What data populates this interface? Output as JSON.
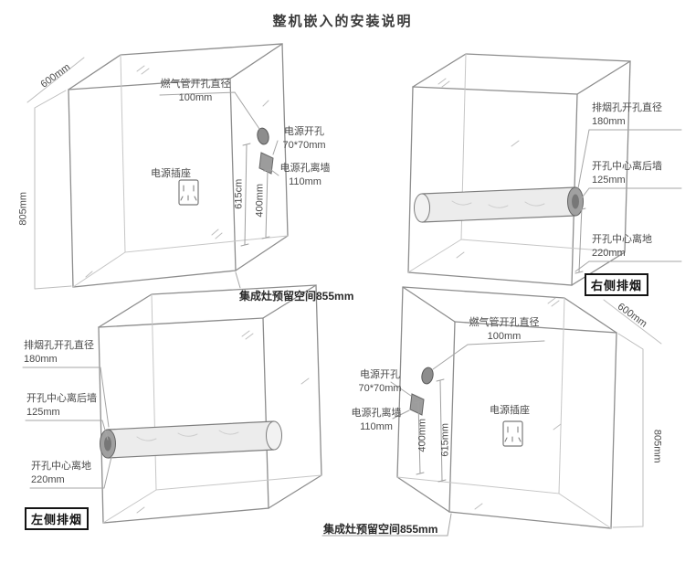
{
  "title": "整机嵌入的安装说明",
  "panels": {
    "top_left": {
      "depth": "600mm",
      "height": "805mm",
      "gas_hole": "燃气管开孔直径\n100mm",
      "power_hole": "电源开孔\n70*70mm",
      "power_wall": "电源孔离墙\n110mm",
      "socket": "电源插座",
      "dim_a": "615cm",
      "dim_b": "400mm",
      "space": "集成灶预留空间855mm"
    },
    "top_right": {
      "smoke_hole": "排烟孔开孔直径\n180mm",
      "center_back": "开孔中心离后墙\n125mm",
      "center_ground": "开孔中心离地\n220mm",
      "badge": "右侧排烟"
    },
    "bottom_left": {
      "smoke_hole": "排烟孔开孔直径\n180mm",
      "center_back": "开孔中心离后墙\n125mm",
      "center_ground": "开孔中心离地\n220mm",
      "badge": "左侧排烟"
    },
    "bottom_right": {
      "gas_hole": "燃气管开孔直径\n100mm",
      "power_hole": "电源开孔\n70*70mm",
      "power_wall": "电源孔离墙\n110mm",
      "socket": "电源插座",
      "dim_a": "400mm",
      "dim_b": "615mm",
      "depth": "600mm",
      "height": "805mm",
      "space": "集成灶预留空间855mm"
    }
  },
  "colors": {
    "line": "#8d8d8d",
    "light_line": "#c6c6c6",
    "text": "#4a4a4a",
    "dark": "#141414"
  }
}
